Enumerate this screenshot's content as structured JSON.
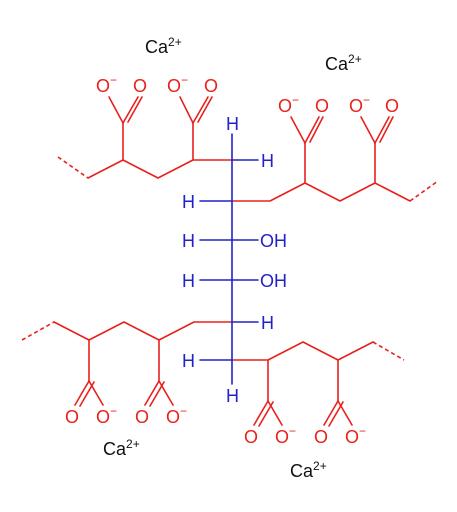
{
  "ion": {
    "base": "Ca",
    "charge": "2+"
  },
  "carboxylate": {
    "oxygen": "O",
    "charge": "−"
  },
  "chain": {
    "hydrogen": "H",
    "hydroxyl": "OH"
  },
  "colors": {
    "polyacrylate": "#e8211d",
    "sugar_alcohol": "#2222c8",
    "ions": "#111111"
  }
}
